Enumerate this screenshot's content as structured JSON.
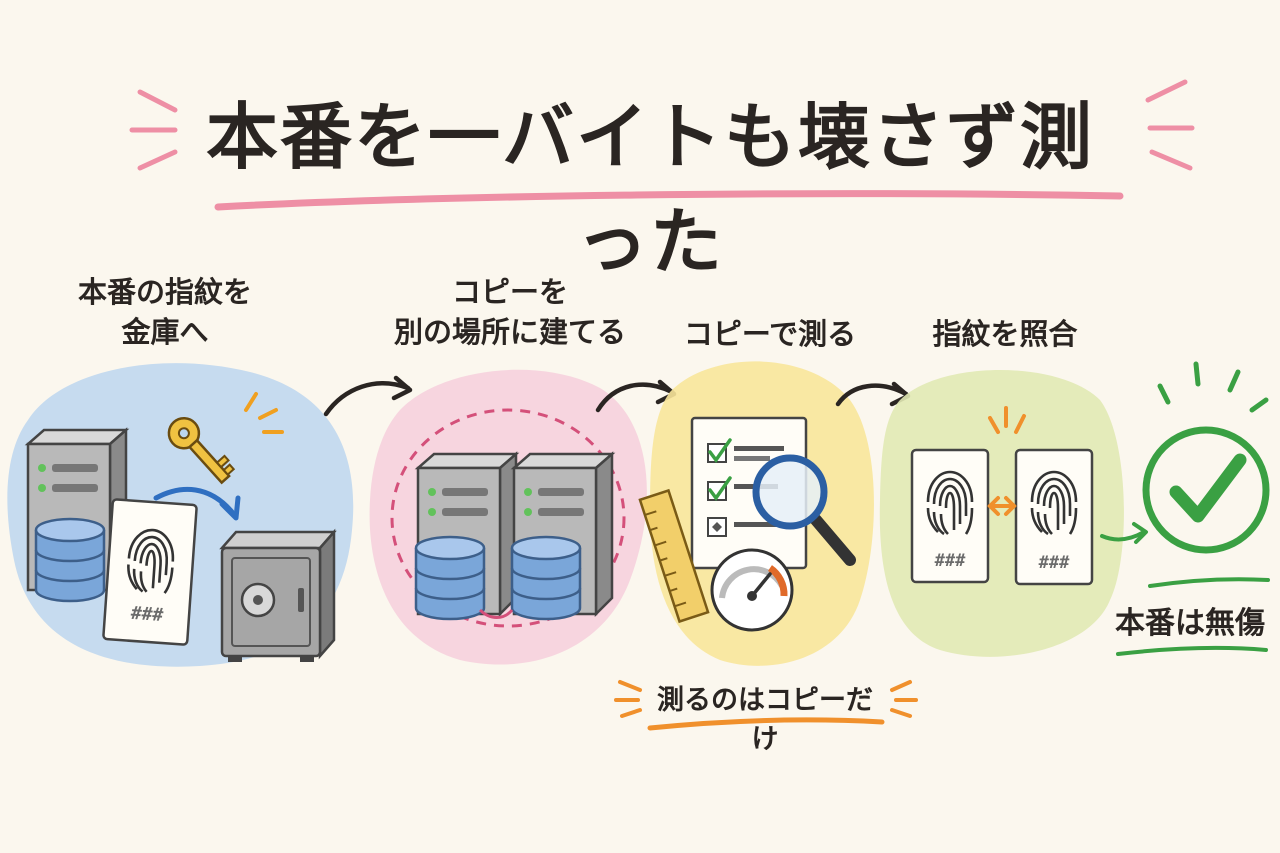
{
  "title": "本番を一バイトも壊さず測った",
  "steps": [
    {
      "label_lines": [
        "本番の指紋を",
        "金庫へ"
      ]
    },
    {
      "label_lines": [
        "コピーを",
        "別の場所に建てる"
      ]
    },
    {
      "label_lines": [
        "コピーで測る"
      ]
    },
    {
      "label_lines": [
        "指紋を照合"
      ]
    }
  ],
  "fingerprint_text": "###",
  "note": "測るのはコピーだけ",
  "result": "本番は無傷",
  "colors": {
    "background": "#fbf7ee",
    "title_underline": "#ee8fa5",
    "step1_blob": "#bcd6ef",
    "step2_blob": "#f6cfdc",
    "step3_blob": "#f8e59a",
    "step4_blob": "#e1e9b4",
    "database_blue": "#7aa6d9",
    "check_green": "#3aa043",
    "note_orange": "#f0902c",
    "key_gold": "#f0c241"
  },
  "icons": [
    "server-icon",
    "database-icon",
    "fingerprint-card-icon",
    "key-icon",
    "safe-icon",
    "checklist-icon",
    "magnifier-icon",
    "ruler-icon",
    "gauge-icon",
    "swap-arrow-icon",
    "check-circle-icon"
  ]
}
